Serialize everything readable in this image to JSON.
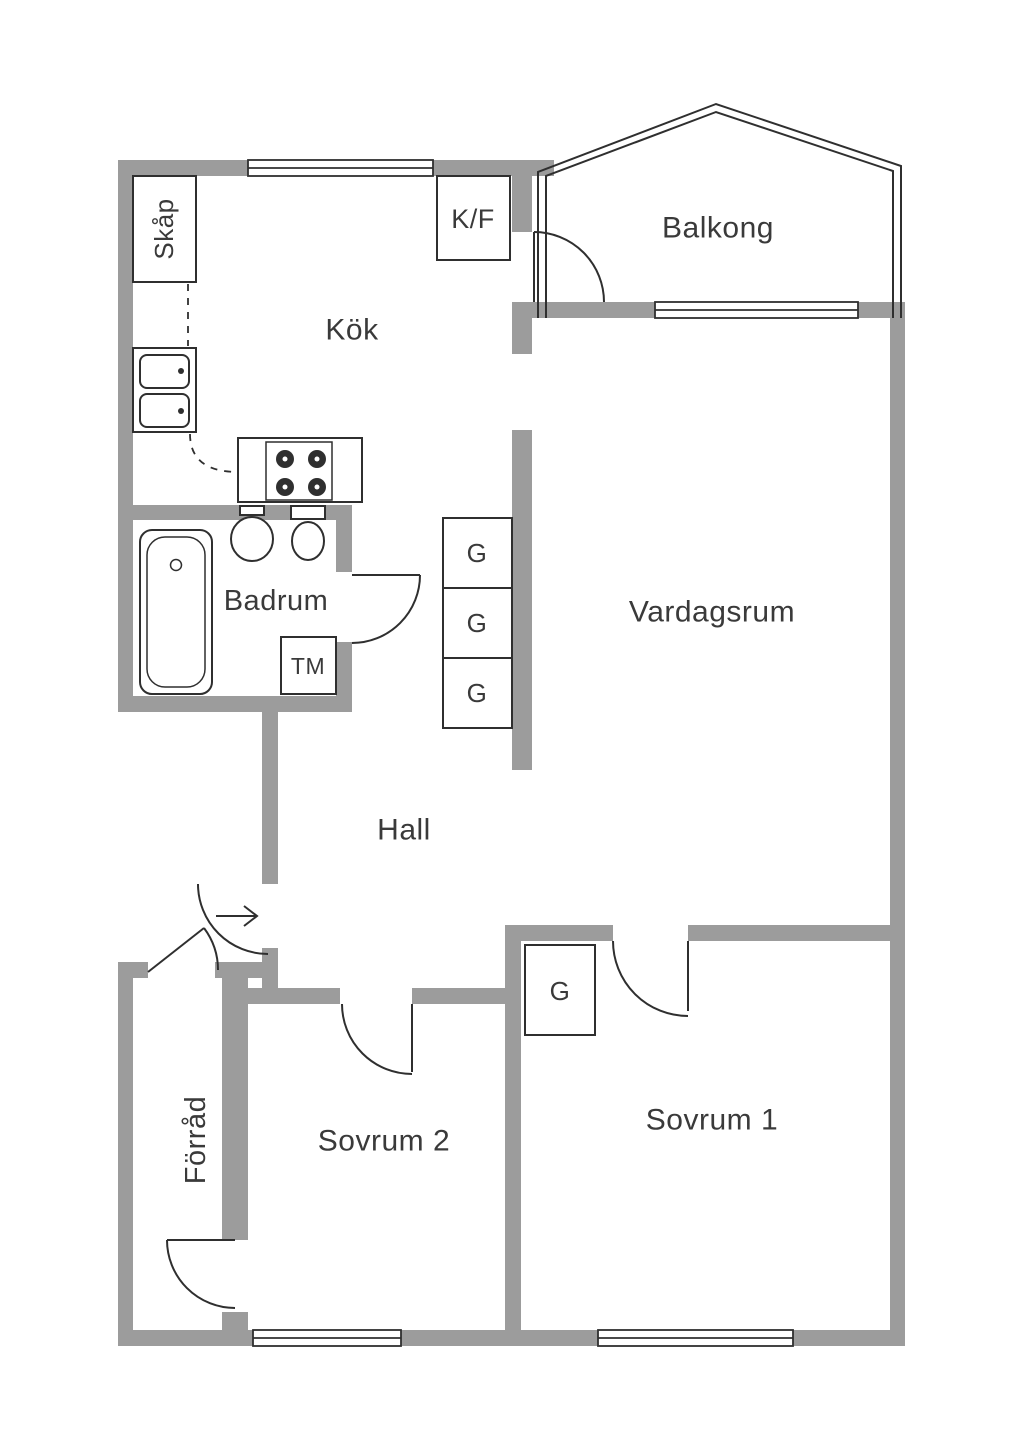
{
  "palette": {
    "paper": "#ffffff",
    "wall": "#9c9c9c",
    "line": "#2f2f2f",
    "text": "#3a3a3a"
  },
  "labels": {
    "kitchen": "Kök",
    "cabinet": "Skåp",
    "fridge_freezer": "K/F",
    "balcony": "Balkong",
    "living_room": "Vardagsrum",
    "bathroom": "Badrum",
    "washing_machine": "TM",
    "hall": "Hall",
    "storage": "Förråd",
    "bedroom2": "Sovrum 2",
    "bedroom1": "Sovrum 1"
  },
  "wardrobes": {
    "hall": [
      "G",
      "G",
      "G"
    ],
    "bedroom1": "G"
  }
}
